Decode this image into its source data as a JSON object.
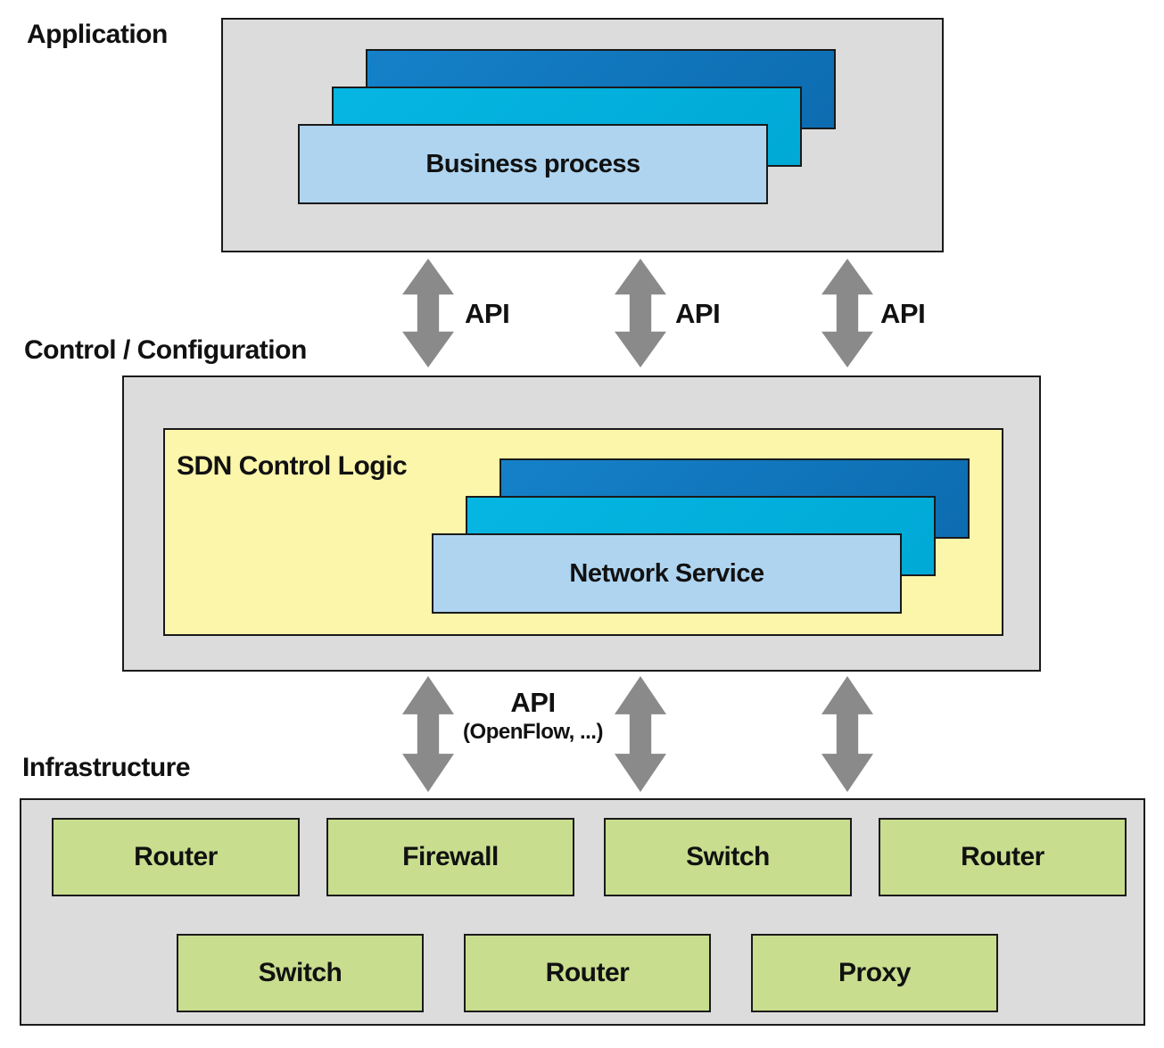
{
  "colors": {
    "container_gray": "#dcdcdc",
    "border_dark": "#1a1a1a",
    "card_dark_blue": "#1176bd",
    "card_cyan": "#00b0dd",
    "card_light_blue": "#aed4f0",
    "control_yellow": "#fcf6ab",
    "device_green": "#c8dd8e",
    "arrow_gray": "#8a8a8a",
    "text": "#111111"
  },
  "application": {
    "layer_label": "Application",
    "front_card_label": "Business process"
  },
  "control": {
    "layer_label": "Control / Configuration",
    "logic_label": "SDN Control Logic",
    "front_card_label": "Network Service"
  },
  "infrastructure": {
    "layer_label": "Infrastructure",
    "row1": [
      "Router",
      "Firewall",
      "Switch",
      "Router"
    ],
    "row2": [
      "Switch",
      "Router",
      "Proxy"
    ]
  },
  "api_upper": {
    "labels": [
      "API",
      "API",
      "API"
    ]
  },
  "api_lower": {
    "label": "API",
    "sublabel": "(OpenFlow, ...)"
  }
}
